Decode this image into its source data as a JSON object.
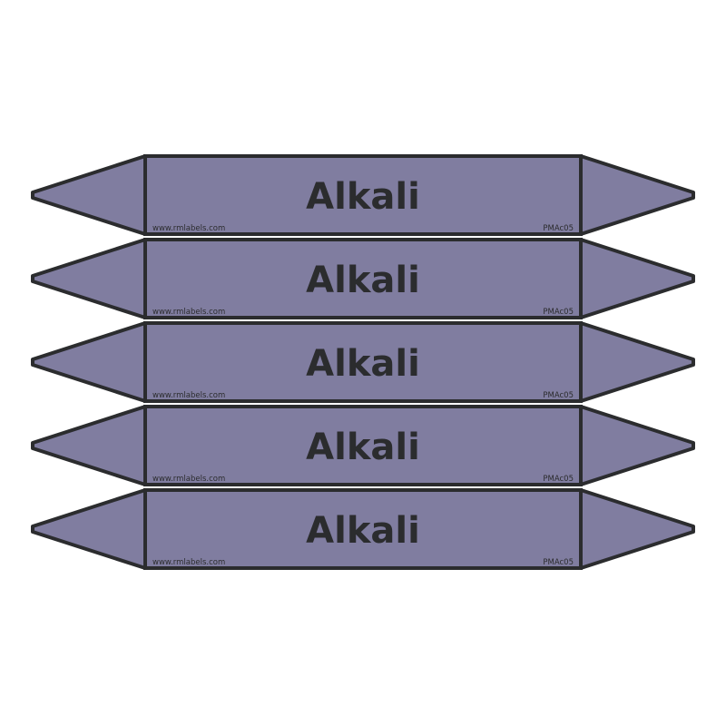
{
  "colors": {
    "fill": "#807da0",
    "stroke": "#2b2c2e",
    "text": "#2b2c2e",
    "background": "#ffffff"
  },
  "labels": [
    {
      "text": "Alkali",
      "website": "www.rmlabels.com",
      "code": "PMAc05"
    },
    {
      "text": "Alkali",
      "website": "www.rmlabels.com",
      "code": "PMAc05"
    },
    {
      "text": "Alkali",
      "website": "www.rmlabels.com",
      "code": "PMAc05"
    },
    {
      "text": "Alkali",
      "website": "www.rmlabels.com",
      "code": "PMAc05"
    },
    {
      "text": "Alkali",
      "website": "www.rmlabels.com",
      "code": "PMAc05"
    }
  ]
}
